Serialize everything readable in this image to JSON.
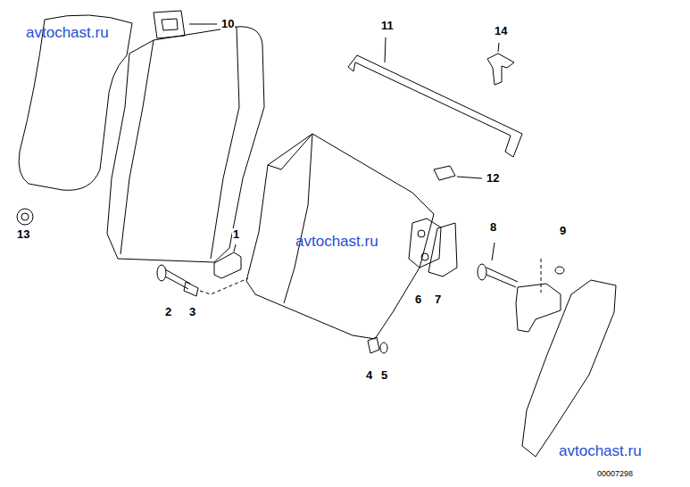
{
  "diagram": {
    "labels": [
      "avtochast.ru",
      "10",
      "11",
      "14",
      "13",
      "1",
      "avtochast.ru",
      "12",
      "8",
      "9",
      "2",
      "3",
      "6",
      "7",
      "4",
      "5",
      "avtochast.ru",
      "00007298"
    ]
  }
}
